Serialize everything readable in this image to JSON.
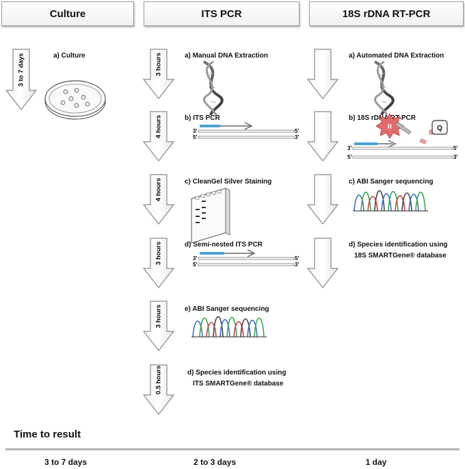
{
  "columns": [
    {
      "header": "Culture"
    },
    {
      "header": "ITS PCR"
    },
    {
      "header": "18S rDNA RT-PCR"
    }
  ],
  "culture": {
    "steps": [
      {
        "label": "a) Culture",
        "duration": "3 to 7 days"
      }
    ]
  },
  "its": {
    "steps": [
      {
        "label": "a) Manual DNA Extraction",
        "duration": "3 hours"
      },
      {
        "label": "b) ITS PCR",
        "duration": "4 hours"
      },
      {
        "label": "c) CleanGel  Silver Staining",
        "duration": "4 hours"
      },
      {
        "label": "d) Semi-nested ITS PCR",
        "duration": "3 hours"
      },
      {
        "label": "e) ABI Sanger sequencing",
        "duration": "3 hours"
      },
      {
        "label": "d) Species identification using",
        "label_line2": "ITS SMARTGene® database",
        "duration": "0.5 hours"
      }
    ]
  },
  "rt": {
    "steps": [
      {
        "label": "a) Automated DNA Extraction"
      },
      {
        "label": "b) 18S rDNA RT-PCR"
      },
      {
        "label": "c) ABI Sanger sequencing"
      },
      {
        "label": "d) Species identification using",
        "label_line2": "18S SMARTGene® database"
      }
    ],
    "probe_reporter": "R",
    "probe_quencher": "Q"
  },
  "strand_labels": {
    "top_left": "3'",
    "top_right": "5'",
    "bottom_left": "5'",
    "bottom_right": "3'"
  },
  "footer": {
    "title": "Time to result",
    "values": [
      "3 to 7 days",
      "2 to 3 days",
      "1 day"
    ]
  },
  "colors": {
    "primer": "#4aa3d6",
    "reporter": "#e36b6b",
    "quencher_tag": "#f0a0a0",
    "trace": [
      "#3b6fd1",
      "#3aa650",
      "#d03c3c",
      "#444444"
    ]
  }
}
